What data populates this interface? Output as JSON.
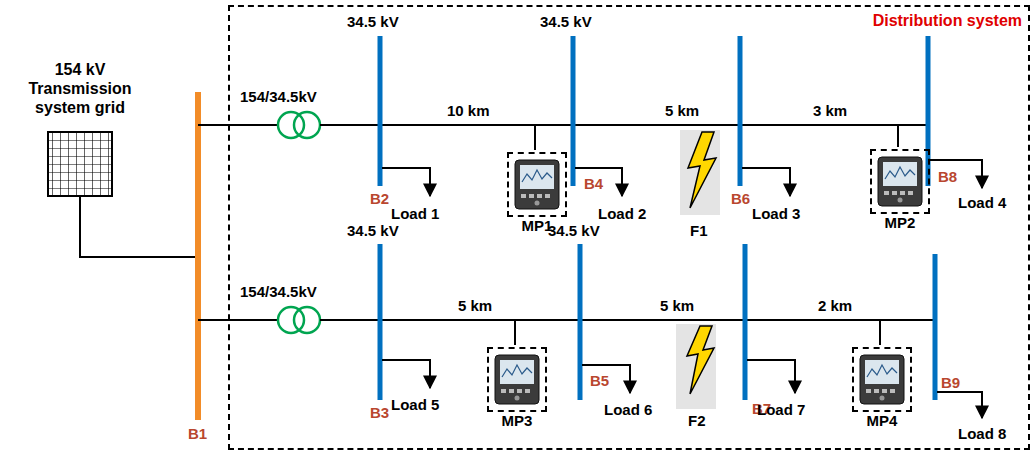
{
  "diagram": {
    "nodes": [
      {
        "text": [
          "Distribution system"
        ]
      },
      {
        "text": [
          "154 kV Transmission system grid"
        ]
      },
      {
        "text": [
          "MP1"
        ],
        "in": 0
      },
      {
        "text": [
          "MP2"
        ],
        "in": 0
      },
      {
        "text": [
          "MP3"
        ],
        "in": 0
      },
      {
        "text": [
          "MP4"
        ],
        "in": 0
      }
    ],
    "labels": [
      "154/34.5kV",
      "34.5 kV",
      "34.5 kV",
      "10 km",
      "5 km",
      "3 km",
      "B1",
      "B2",
      "Load 1",
      "B4",
      "Load 2",
      "F1",
      "B6",
      "Load 3",
      "B8",
      "Load 4",
      "154/34.5kV",
      "34.5 kV",
      "34.5 kV",
      "5 km",
      "5 km",
      "2 km",
      "B3",
      "Load 5",
      "B5",
      "Load 6",
      "F2",
      "B7",
      "Load 7",
      "B9",
      "Load 8"
    ]
  }
}
